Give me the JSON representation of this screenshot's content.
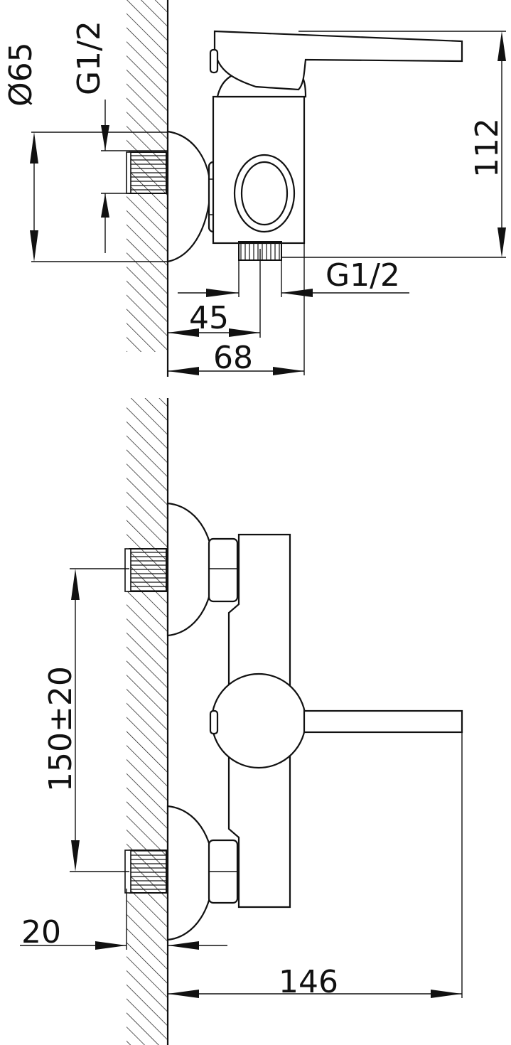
{
  "labels": {
    "diameter": "Ø65",
    "thread_top_left": "G1/2",
    "height_112": "112",
    "thread_outlet": "G1/2",
    "depth_45": "45",
    "depth_68": "68",
    "spacing": "150±20",
    "wall_offset": "20",
    "lever_reach": "146"
  },
  "colors": {
    "line": "#111111",
    "background": "#ffffff"
  }
}
